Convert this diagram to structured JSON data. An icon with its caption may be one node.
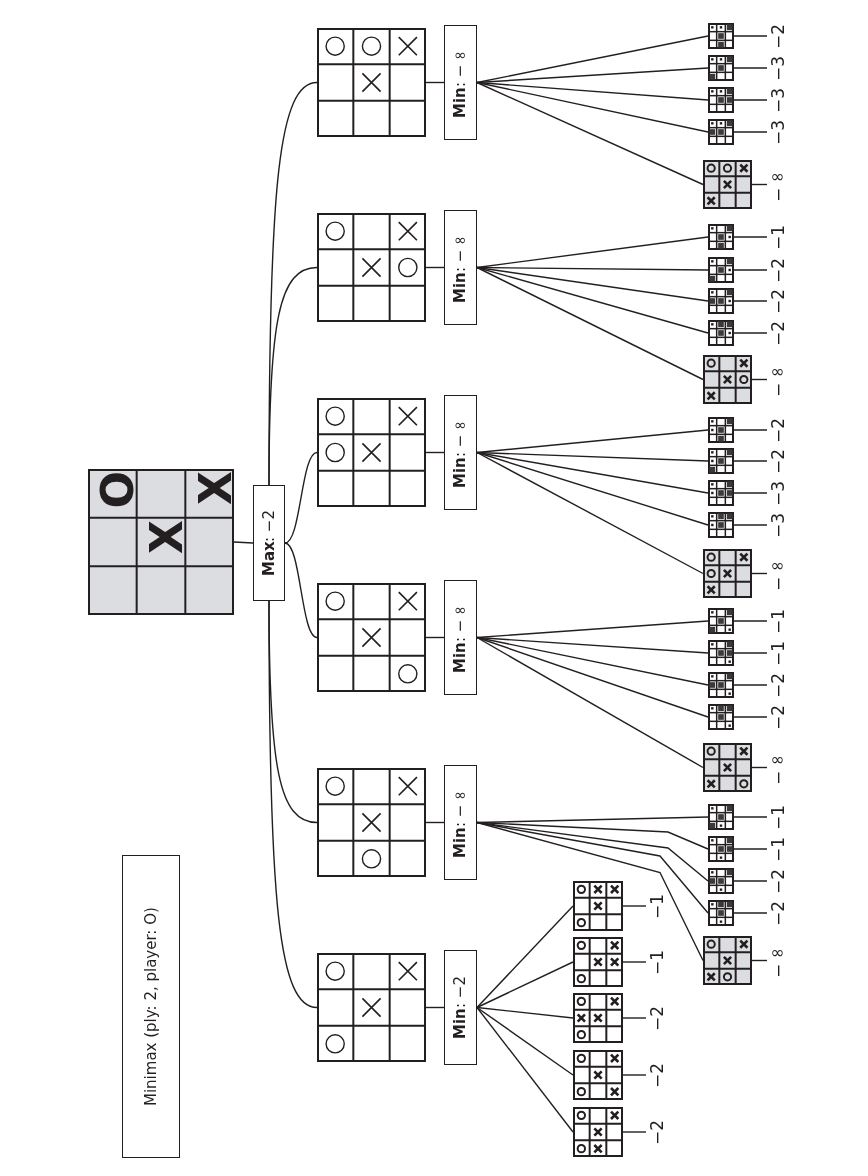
{
  "diagram": {
    "nodes": [
      {
        "text": [
          "Minimax (ply: 2, player: O)"
        ]
      },
      {
        "text": [
          "O",
          "X",
          "X"
        ]
      },
      {
        "text": [
          "**Max**: −2"
        ]
      },
      {
        "text": [],
        "shape": "picture"
      },
      {
        "text": [
          "**Min**: −2"
        ]
      },
      {
        "text": [],
        "shape": "picture"
      },
      {
        "text": [
          "**Min**: −∞"
        ]
      },
      {
        "text": [],
        "shape": "picture"
      },
      {
        "text": [
          "**Min**: −∞"
        ]
      },
      {
        "text": [],
        "shape": "picture"
      },
      {
        "text": [
          "**Min**: −∞"
        ]
      },
      {
        "text": [],
        "shape": "picture"
      },
      {
        "text": [
          "**Min**: −∞"
        ]
      },
      {
        "text": [],
        "shape": "picture"
      },
      {
        "text": [
          "**Min**: −∞"
        ]
      },
      {
        "text": [],
        "shape": "picture"
      },
      {
        "text": [
          "−2"
        ]
      },
      {
        "text": [],
        "shape": "picture"
      },
      {
        "text": [
          "−2"
        ]
      },
      {
        "text": [],
        "shape": "picture"
      },
      {
        "text": [
          "−2"
        ]
      },
      {
        "text": [],
        "shape": "picture"
      },
      {
        "text": [
          "−1"
        ]
      },
      {
        "text": [],
        "shape": "picture"
      },
      {
        "text": [
          "−1"
        ]
      },
      {
        "text": [],
        "shape": "picture"
      },
      {
        "text": [
          "−∞"
        ]
      },
      {
        "text": [],
        "shape": "picture"
      },
      {
        "text": [
          "−2"
        ]
      },
      {
        "text": [],
        "shape": "picture"
      },
      {
        "text": [
          "−2"
        ]
      },
      {
        "text": [],
        "shape": "picture"
      },
      {
        "text": [
          "−1"
        ]
      },
      {
        "text": [],
        "shape": "picture"
      },
      {
        "text": [
          "−1"
        ]
      },
      {
        "text": [],
        "shape": "picture"
      },
      {
        "text": [
          "−∞"
        ]
      },
      {
        "text": [],
        "shape": "picture"
      },
      {
        "text": [
          "−2"
        ]
      },
      {
        "text": [],
        "shape": "picture"
      },
      {
        "text": [
          "−2"
        ]
      },
      {
        "text": [],
        "shape": "picture"
      },
      {
        "text": [
          "−1"
        ]
      },
      {
        "text": [],
        "shape": "picture"
      },
      {
        "text": [
          "−1"
        ]
      },
      {
        "text": [],
        "shape": "picture"
      },
      {
        "text": [
          "−∞"
        ]
      },
      {
        "text": [],
        "shape": "picture"
      },
      {
        "text": [
          "−3"
        ]
      },
      {
        "text": [],
        "shape": "picture"
      },
      {
        "text": [
          "−3"
        ]
      },
      {
        "text": [],
        "shape": "picture"
      },
      {
        "text": [
          "−2"
        ]
      },
      {
        "text": [],
        "shape": "picture"
      },
      {
        "text": [
          "−2"
        ]
      },
      {
        "text": [],
        "shape": "picture"
      },
      {
        "text": [
          "−∞"
        ]
      },
      {
        "text": [],
        "shape": "picture"
      },
      {
        "text": [
          "−2"
        ]
      },
      {
        "text": [],
        "shape": "picture"
      },
      {
        "text": [
          "−2"
        ]
      },
      {
        "text": [],
        "shape": "picture"
      },
      {
        "text": [
          "−2"
        ]
      },
      {
        "text": [],
        "shape": "picture"
      },
      {
        "text": [
          "−1"
        ]
      },
      {
        "text": [],
        "shape": "picture"
      },
      {
        "text": [
          "−∞"
        ]
      },
      {
        "text": [],
        "shape": "picture"
      },
      {
        "text": [
          "−3"
        ]
      },
      {
        "text": [],
        "shape": "picture"
      },
      {
        "text": [
          "−3"
        ]
      },
      {
        "text": [],
        "shape": "picture"
      },
      {
        "text": [
          "−3"
        ]
      },
      {
        "text": [],
        "shape": "picture"
      },
      {
        "text": [
          "−2"
        ]
      }
    ],
    "edges": [
      {
        "from": 1,
        "to": 2,
        "arrow": "none"
      },
      {
        "from": 2,
        "to": 3,
        "arrow": "none"
      },
      {
        "from": 2,
        "to": 5,
        "arrow": "none"
      },
      {
        "from": 2,
        "to": 7,
        "arrow": "none"
      },
      {
        "from": 2,
        "to": 9,
        "arrow": "none"
      },
      {
        "from": 2,
        "to": 11,
        "arrow": "none"
      },
      {
        "from": 2,
        "to": 13,
        "arrow": "none"
      },
      {
        "from": 3,
        "to": 4,
        "arrow": "none"
      },
      {
        "from": 5,
        "to": 6,
        "arrow": "none"
      },
      {
        "from": 7,
        "to": 8,
        "arrow": "none"
      },
      {
        "from": 9,
        "to": 10,
        "arrow": "none"
      },
      {
        "from": 11,
        "to": 12,
        "arrow": "none"
      },
      {
        "from": 13,
        "to": 14,
        "arrow": "none"
      },
      {
        "from": 4,
        "to": 15,
        "arrow": "none"
      },
      {
        "from": 4,
        "to": 17,
        "arrow": "none"
      },
      {
        "from": 4,
        "to": 19,
        "arrow": "none"
      },
      {
        "from": 4,
        "to": 21,
        "arrow": "none"
      },
      {
        "from": 4,
        "to": 23,
        "arrow": "none"
      },
      {
        "from": 15,
        "to": 16,
        "arrow": "none"
      },
      {
        "from": 17,
        "to": 18,
        "arrow": "none"
      },
      {
        "from": 19,
        "to": 20,
        "arrow": "none"
      },
      {
        "from": 21,
        "to": 22,
        "arrow": "none"
      },
      {
        "from": 23,
        "to": 24,
        "arrow": "none"
      },
      {
        "from": 6,
        "to": 25,
        "arrow": "none"
      },
      {
        "from": 6,
        "to": 27,
        "arrow": "none"
      },
      {
        "from": 6,
        "to": 29,
        "arrow": "none"
      },
      {
        "from": 6,
        "to": 31,
        "arrow": "none"
      },
      {
        "from": 6,
        "to": 33,
        "arrow": "none"
      },
      {
        "from": 25,
        "to": 26,
        "arrow": "none"
      },
      {
        "from": 27,
        "to": 28,
        "arrow": "none"
      },
      {
        "from": 29,
        "to": 30,
        "arrow": "none"
      },
      {
        "from": 31,
        "to": 32,
        "arrow": "none"
      },
      {
        "from": 33,
        "to": 34,
        "arrow": "none"
      },
      {
        "from": 8,
        "to": 35,
        "arrow": "none"
      },
      {
        "from": 8,
        "to": 37,
        "arrow": "none"
      },
      {
        "from": 8,
        "to": 39,
        "arrow": "none"
      },
      {
        "from": 8,
        "to": 41,
        "arrow": "none"
      },
      {
        "from": 8,
        "to": 43,
        "arrow": "none"
      },
      {
        "from": 35,
        "to": 36,
        "arrow": "none"
      },
      {
        "from": 37,
        "to": 38,
        "arrow": "none"
      },
      {
        "from": 39,
        "to": 40,
        "arrow": "none"
      },
      {
        "from": 41,
        "to": 42,
        "arrow": "none"
      },
      {
        "from": 43,
        "to": 44,
        "arrow": "none"
      },
      {
        "from": 10,
        "to": 45,
        "arrow": "none"
      },
      {
        "from": 10,
        "to": 47,
        "arrow": "none"
      },
      {
        "from": 10,
        "to": 49,
        "arrow": "none"
      },
      {
        "from": 10,
        "to": 51,
        "arrow": "none"
      },
      {
        "from": 10,
        "to": 53,
        "arrow": "none"
      },
      {
        "from": 45,
        "to": 46,
        "arrow": "none"
      },
      {
        "from": 47,
        "to": 48,
        "arrow": "none"
      },
      {
        "from": 49,
        "to": 50,
        "arrow": "none"
      },
      {
        "from": 51,
        "to": 52,
        "arrow": "none"
      },
      {
        "from": 53,
        "to": 54,
        "arrow": "none"
      },
      {
        "from": 12,
        "to": 55,
        "arrow": "none"
      },
      {
        "from": 12,
        "to": 57,
        "arrow": "none"
      },
      {
        "from": 12,
        "to": 59,
        "arrow": "none"
      },
      {
        "from": 12,
        "to": 61,
        "arrow": "none"
      },
      {
        "from": 12,
        "to": 63,
        "arrow": "none"
      },
      {
        "from": 55,
        "to": 56,
        "arrow": "none"
      },
      {
        "from": 57,
        "to": 58,
        "arrow": "none"
      },
      {
        "from": 59,
        "to": 60,
        "arrow": "none"
      },
      {
        "from": 61,
        "to": 62,
        "arrow": "none"
      },
      {
        "from": 63,
        "to": 64,
        "arrow": "none"
      },
      {
        "from": 14,
        "to": 65,
        "arrow": "none"
      },
      {
        "from": 14,
        "to": 67,
        "arrow": "none"
      },
      {
        "from": 14,
        "to": 69,
        "arrow": "none"
      },
      {
        "from": 14,
        "to": 71,
        "arrow": "none"
      },
      {
        "from": 14,
        "to": 73,
        "arrow": "none"
      },
      {
        "from": 65,
        "to": 66,
        "arrow": "none"
      },
      {
        "from": 67,
        "to": 68,
        "arrow": "none"
      },
      {
        "from": 69,
        "to": 70,
        "arrow": "none"
      },
      {
        "from": 71,
        "to": 72,
        "arrow": "none"
      },
      {
        "from": 73,
        "to": 74,
        "arrow": "none"
      }
    ]
  }
}
